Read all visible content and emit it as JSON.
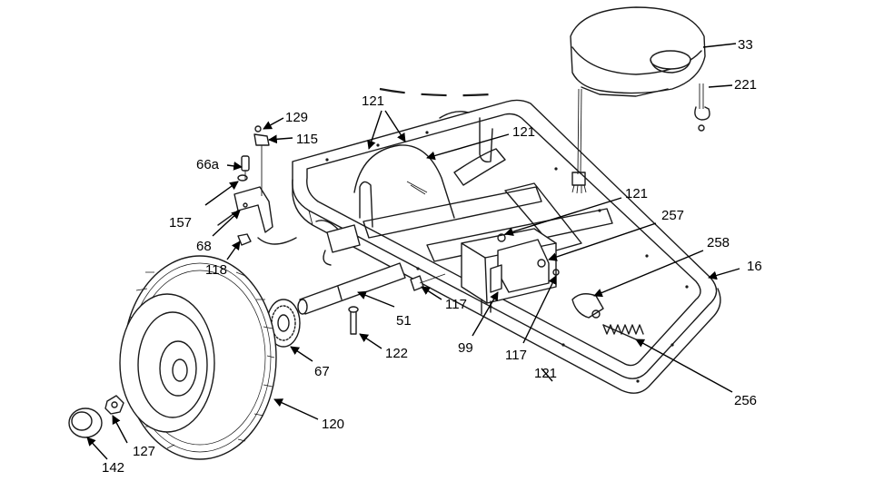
{
  "callouts": {
    "c33": "33",
    "c221": "221",
    "c121a": "121",
    "c121b": "121",
    "c121c": "121",
    "c121d": "121",
    "c129": "129",
    "c115": "115",
    "c66a": "66a",
    "c157": "157",
    "c68": "68",
    "c118": "118",
    "c257": "257",
    "c258": "258",
    "c16": "16",
    "c51": "51",
    "c117a": "117",
    "c117b": "117",
    "c99": "99",
    "c122": "122",
    "c67": "67",
    "c120": "120",
    "c256": "256",
    "c127": "127",
    "c142": "142"
  }
}
